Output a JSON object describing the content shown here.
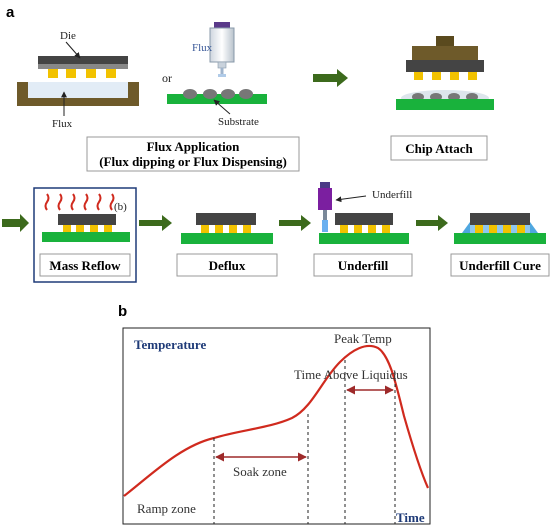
{
  "panel_a": {
    "letter": "a",
    "die_label": "Die",
    "flux_label_left": "Flux",
    "or_label": "or",
    "flux_label_dispenser": "Flux",
    "substrate_label": "Substrate",
    "flux_application_title": "Flux Application",
    "flux_application_subtitle": "(Flux dipping or Flux Dispensing)",
    "chip_attach_label": "Chip Attach",
    "b_marker": "(b)",
    "underfill_label": "Underfill",
    "steps": [
      "Mass Reflow",
      "Deflux",
      "Underfill",
      "Underfill Cure"
    ]
  },
  "panel_b": {
    "letter": "b",
    "y_axis_label": "Temperature",
    "x_axis_label": "Time",
    "peak_temp_label": "Peak Temp",
    "tal_label": "Time Above Liquidus",
    "soak_zone_label": "Soak zone",
    "ramp_zone_label": "Ramp zone"
  },
  "colors": {
    "arrow_green": "#3c6a1c",
    "substrate_green": "#19b23c",
    "bump_yellow": "#f2c200",
    "die_dark": "#454545",
    "curve_red": "#d02a1e",
    "axis_title_blue": "#1f3b78",
    "zone_arrow": "#9e2a2a"
  }
}
